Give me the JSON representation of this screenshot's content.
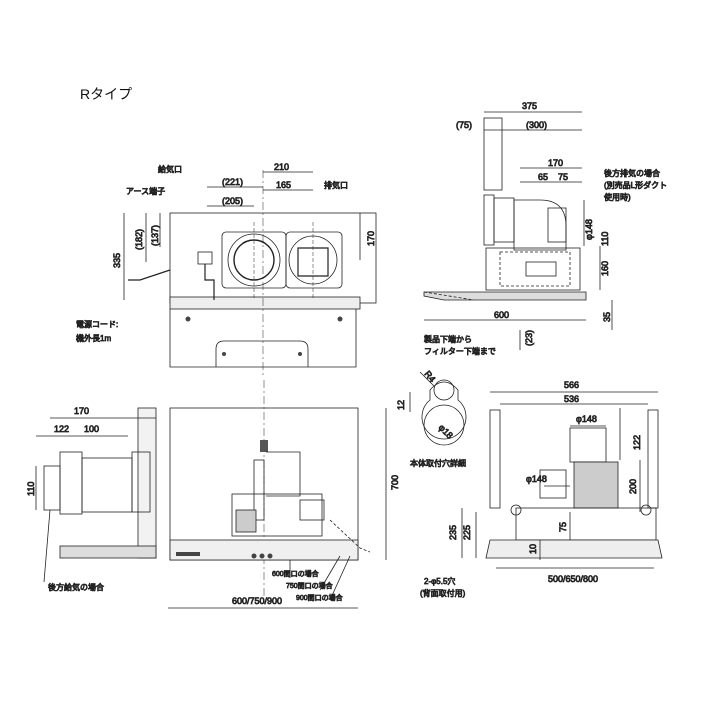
{
  "title": "Rタイプ",
  "top_view": {
    "kyukiko": "給気口",
    "haikiko": "排気口",
    "earth": "アース端子",
    "cord1": "電源コード:",
    "cord2": "機外長1m",
    "d210": "210",
    "d221": "(221)",
    "d165": "165",
    "d205": "(205)",
    "d335": "335",
    "d182": "(182)",
    "d137": "(137)",
    "d170": "170"
  },
  "side_view": {
    "d375": "375",
    "d75p": "(75)",
    "d300": "(300)",
    "d170": "170",
    "d65": "65",
    "d75": "75",
    "phi148": "φ148",
    "d110": "110",
    "d160": "160",
    "d600": "600",
    "d35": "35",
    "d23": "(23)",
    "note_rear1": "後方排気の場合",
    "note_rear2": "(別売品L形ダクト",
    "note_rear3": "使用時)",
    "filter1": "製品下端から",
    "filter2": "フィルター下端まで"
  },
  "hole_detail": {
    "r4": "R4",
    "d12": "12",
    "phi18": "φ18"
  },
  "front_right": {
    "d566": "566",
    "d536": "536",
    "phi148a": "φ148",
    "d122": "122",
    "phi148b": "φ148",
    "d200": "200",
    "d75": "75",
    "d225": "225",
    "d235": "235",
    "d10": "10",
    "d500": "500/650/800",
    "holes1": "2-φ5.5穴",
    "holes2": "(背面取付用)",
    "detail": "本体取付穴詳細"
  },
  "left_side": {
    "d170": "170",
    "d122": "122",
    "d100": "100",
    "d110": "110",
    "rear_supply": "後方給気の場合"
  },
  "front_view": {
    "d700": "700",
    "d600": "600/750/900",
    "l600": "600間口の場合",
    "l750": "750間口の場合",
    "l900": "900間口の場合"
  }
}
